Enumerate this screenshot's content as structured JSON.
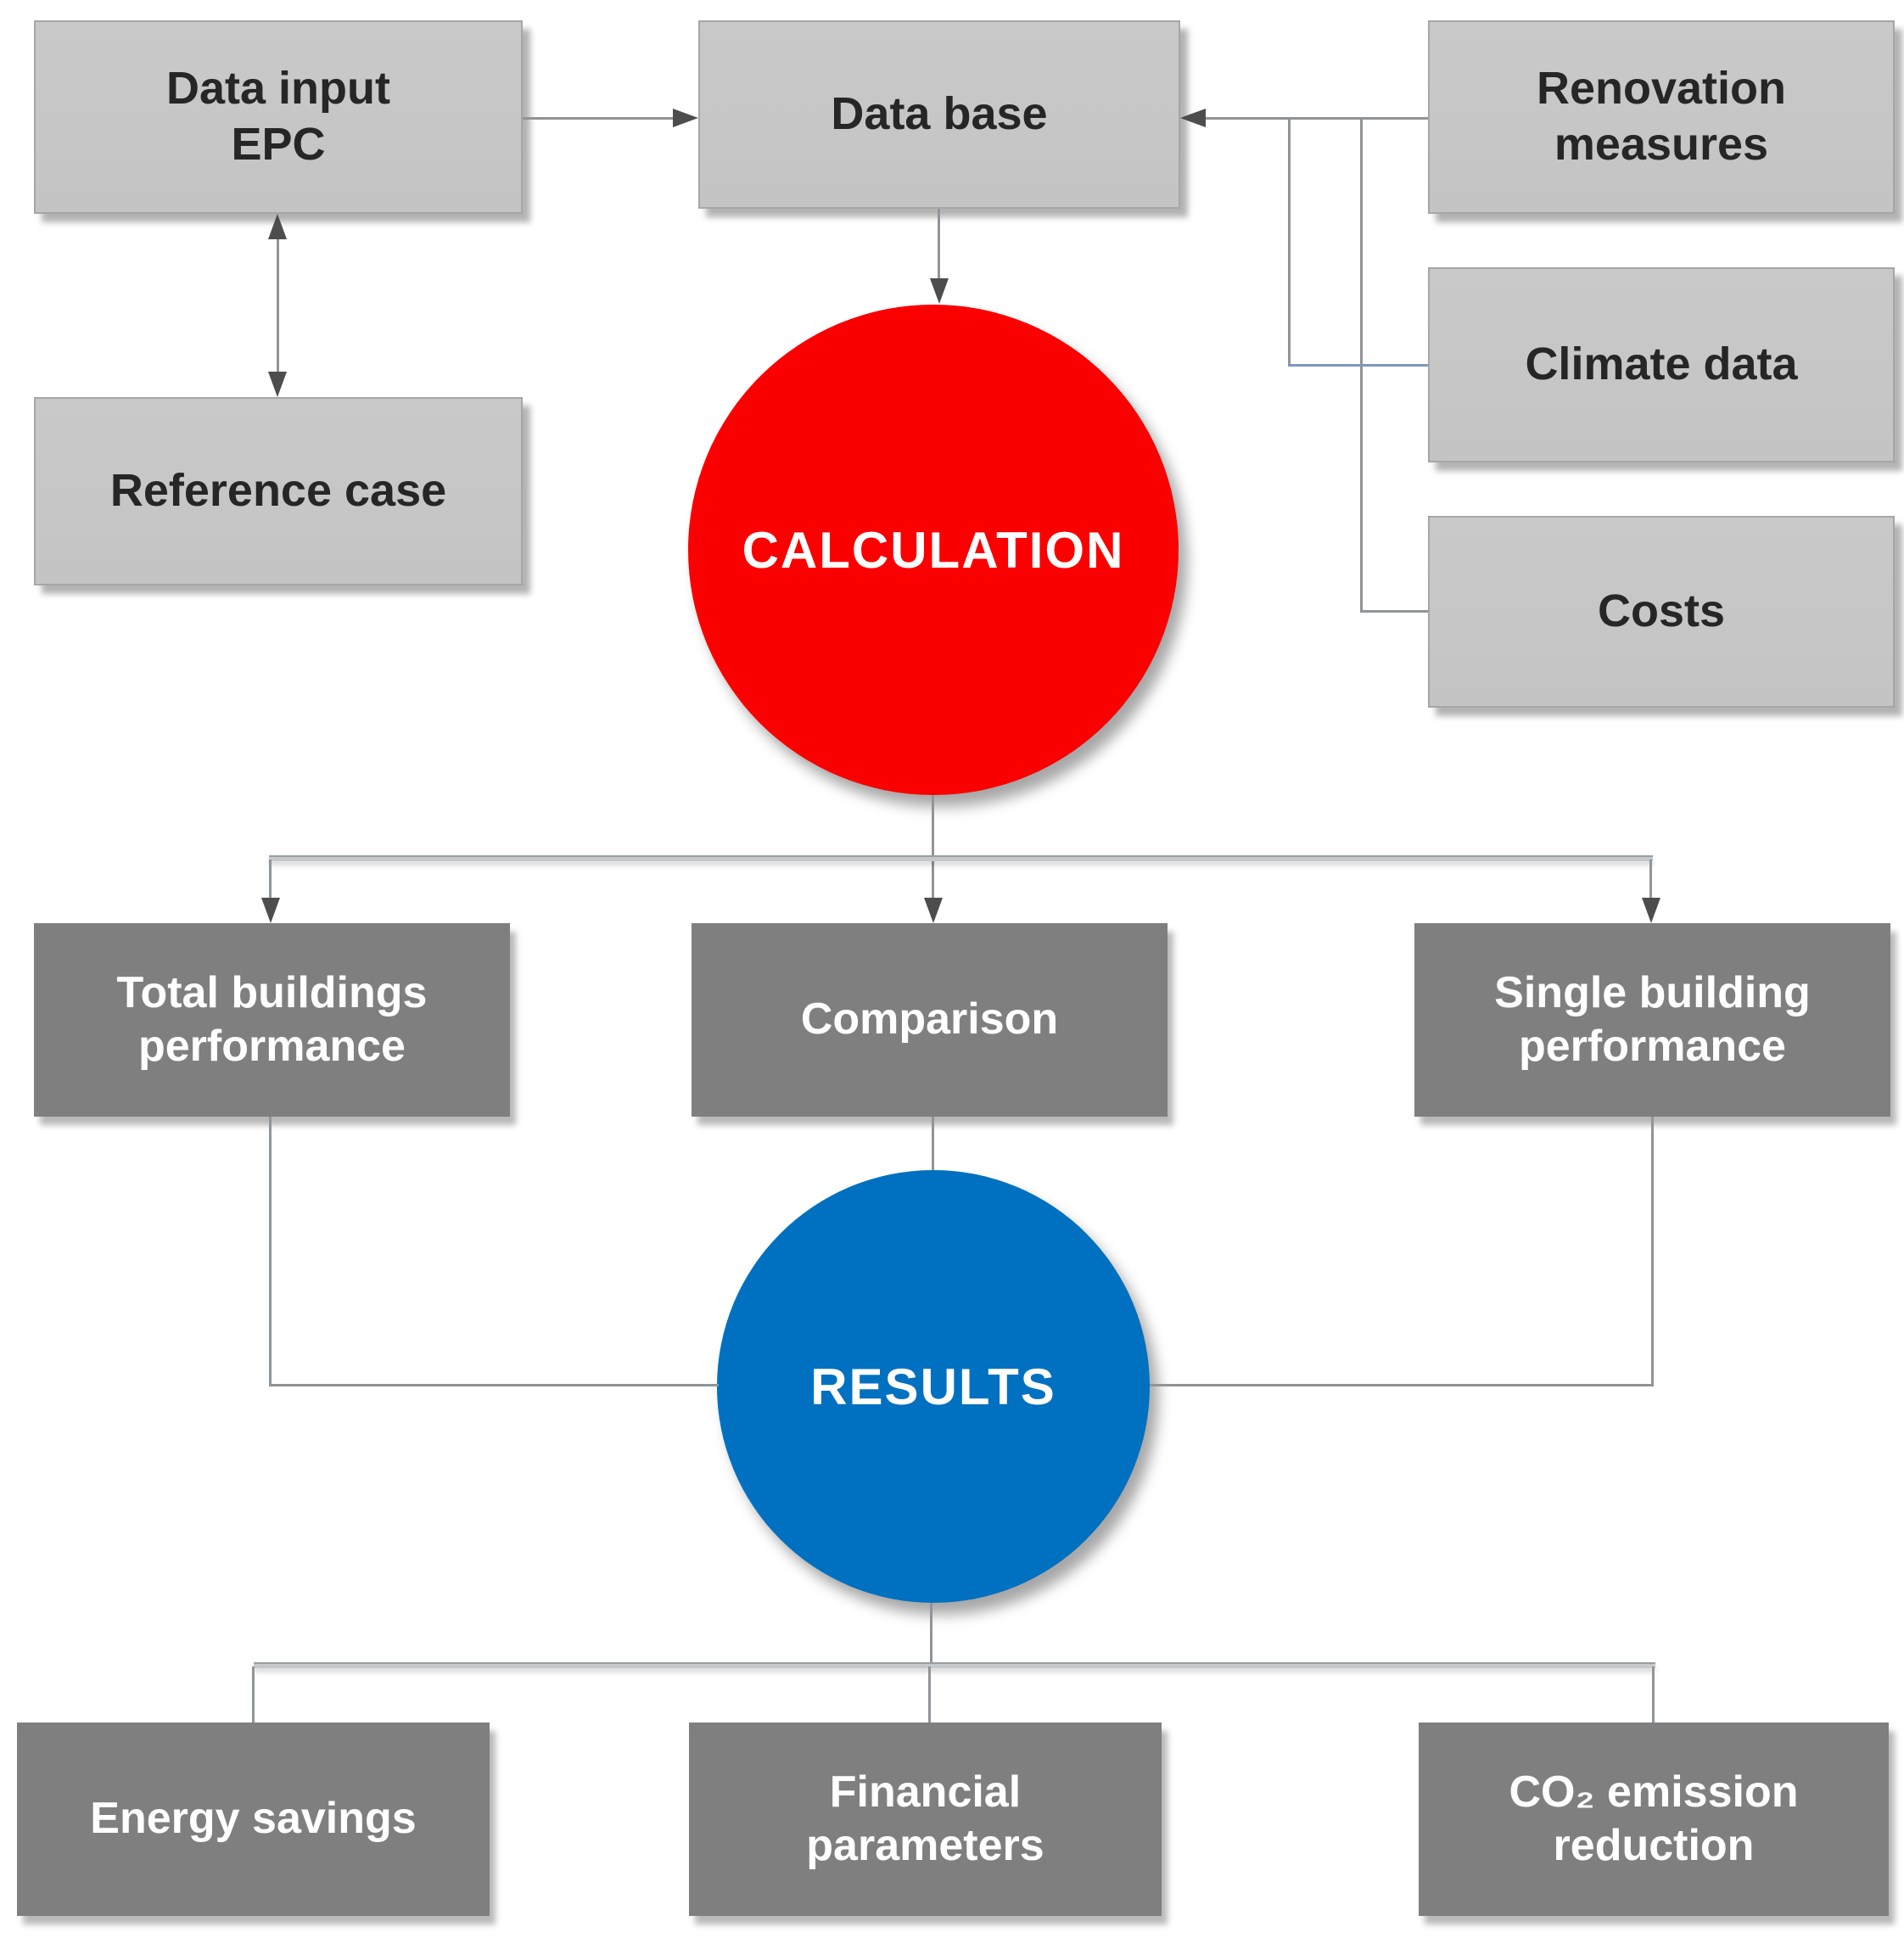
{
  "colors": {
    "light_box_fill": "#c4c4c4",
    "light_box_border": "#a6a6a6",
    "dark_box_fill": "#7f7f7f",
    "calculation_circle_fill": "#fa0000",
    "results_circle_fill": "#0070c0",
    "connector_gray": "#8f959a",
    "connector_blue": "#7e97c0",
    "light_box_text": "#262626",
    "dark_box_text": "#ffffff"
  },
  "nodes": {
    "data_input_epc": {
      "lines": [
        "Data input",
        "EPC"
      ]
    },
    "data_base": {
      "lines": [
        "Data base"
      ]
    },
    "renovation_measures": {
      "lines": [
        "Renovation",
        "measures"
      ]
    },
    "reference_case": {
      "lines": [
        "Reference case"
      ]
    },
    "climate_data": {
      "lines": [
        "Climate data"
      ]
    },
    "costs": {
      "lines": [
        "Costs"
      ]
    },
    "total_buildings_performance": {
      "lines": [
        "Total buildings",
        "performance"
      ]
    },
    "comparison": {
      "lines": [
        "Comparison"
      ]
    },
    "single_building_performance": {
      "lines": [
        "Single building",
        "performance"
      ]
    },
    "energy_savings": {
      "lines": [
        "Energy savings"
      ]
    },
    "financial_parameters": {
      "lines": [
        "Financial",
        "parameters"
      ]
    },
    "co2_emission_reduction": {
      "lines": [
        "CO₂ emission",
        "reduction"
      ]
    }
  },
  "circles": {
    "calculation": {
      "label": "CALCULATION"
    },
    "results": {
      "label": "RESULTS"
    }
  }
}
